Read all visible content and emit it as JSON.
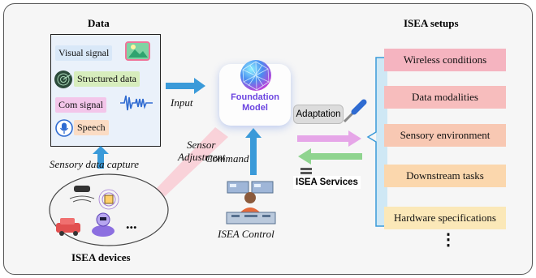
{
  "data_panel": {
    "title": "Data",
    "items": [
      "Visual signal",
      "Structured data",
      "Com signal",
      "Speech"
    ]
  },
  "setups": {
    "title": "ISEA setups",
    "items": [
      "Wireless conditions",
      "Data modalities",
      "Sensory environment",
      "Downstream tasks",
      "Hardware specifications"
    ],
    "ellipsis": "⋮"
  },
  "labels": {
    "input": "Input",
    "sensory_capture": "Sensory data capture",
    "sensor_adjustment_1": "Sensor",
    "sensor_adjustment_2": "Adjustment",
    "command": "Command",
    "isea_control": "ISEA Control",
    "isea_devices": "ISEA devices",
    "devices_more": "...",
    "adaptation": "Adaptation",
    "isea_services": "ISEA Services",
    "foundation_1": "Foundation",
    "foundation_2": "Model"
  },
  "colors": {
    "arrow_blue": "#3a9ad9",
    "setup_fill": [
      "#f5b4c0",
      "#f7bdbd",
      "#f8c8b3",
      "#fbd7ad",
      "#fbe8b8"
    ],
    "adapt_arrow": "#e6a6e8",
    "service_arrow": "#8fd48f"
  }
}
